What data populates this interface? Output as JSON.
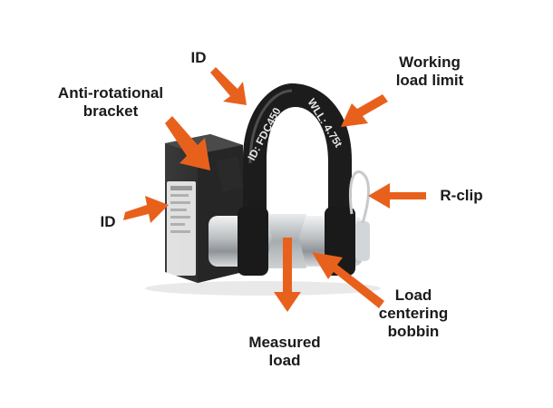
{
  "labels": {
    "id_top": "ID",
    "anti_rotational": [
      "Anti-rotational",
      "bracket"
    ],
    "working_load": [
      "Working",
      "load limit"
    ],
    "id_left": "ID",
    "r_clip": "R-clip",
    "load_centering": [
      "Load",
      "centering",
      "bobbin"
    ],
    "measured_load": [
      "Measured",
      "load"
    ]
  },
  "shackle_text": {
    "id_marking": "ID: FDC450",
    "wll_marking": "WLL: 4.75t"
  },
  "colors": {
    "arrow": "#e8611c",
    "shackle": "#1c1c1c",
    "housing": "#2a2a2a",
    "pin": "#c9ccce"
  }
}
